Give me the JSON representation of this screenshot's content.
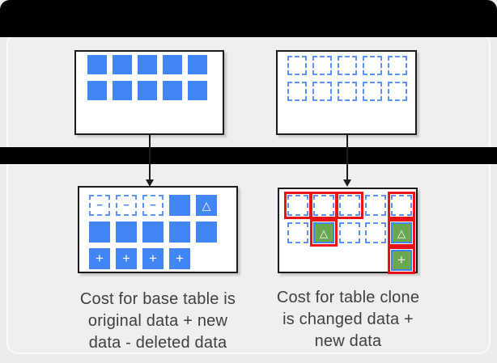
{
  "colors": {
    "page_bg": "#ededed",
    "card_bg": "#efefef",
    "card_border": "#fbfbfb",
    "bar": "#000000",
    "box_bg": "#ffffff",
    "box_border": "#1b1b1b",
    "blue": "#4285f4",
    "dash_blue": "#5b94f6",
    "green": "#6aa84f",
    "red": "#e81313",
    "arrow": "#1c1c1c",
    "text": "#3c4043"
  },
  "glyph_chars": {
    "minus": "−",
    "triangle": "△",
    "plus": "+"
  },
  "boxes": {
    "base_table_before": {
      "grid": [
        [
          "solid",
          "solid",
          "solid",
          "solid",
          "solid"
        ],
        [
          "solid",
          "solid",
          "solid",
          "solid",
          "solid"
        ]
      ]
    },
    "table_clone_before": {
      "grid": [
        [
          "dashed",
          "dashed",
          "dashed",
          "dashed",
          "dashed"
        ],
        [
          "dashed",
          "dashed",
          "dashed",
          "dashed",
          "dashed"
        ]
      ]
    },
    "base_table_after": {
      "grid": [
        [
          "dashed.minus",
          "dashed.minus",
          "dashed.minus",
          "solid",
          "solid.triangle"
        ],
        [
          "solid",
          "solid",
          "solid",
          "solid",
          "solid"
        ],
        [
          "solid.plus",
          "solid.plus",
          "solid.plus",
          "solid.plus",
          "empty"
        ]
      ]
    },
    "table_clone_after": {
      "grid": [
        [
          "dashed.red",
          "dashed.red",
          "dashed.red",
          "dashed",
          "dashed.red"
        ],
        [
          "dashed",
          "green.triangle.red",
          "dashed",
          "dashed",
          "green.triangle.red"
        ],
        [
          "empty",
          "empty",
          "empty",
          "empty",
          "green.plus.red"
        ]
      ]
    }
  },
  "captions": {
    "left": [
      "Cost for base table is",
      "original data + new",
      "data - deleted data"
    ],
    "right": [
      "Cost for table clone",
      "is changed data +",
      "new data"
    ]
  }
}
